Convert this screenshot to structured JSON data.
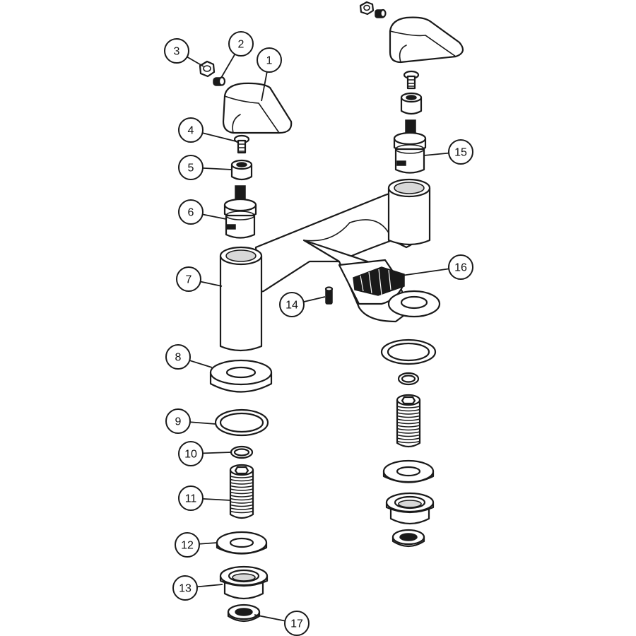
{
  "diagram": {
    "callouts": [
      {
        "label": "1"
      },
      {
        "label": "2"
      },
      {
        "label": "3"
      },
      {
        "label": "4"
      },
      {
        "label": "5"
      },
      {
        "label": "6"
      },
      {
        "label": "7"
      },
      {
        "label": "8"
      },
      {
        "label": "9"
      },
      {
        "label": "10"
      },
      {
        "label": "11"
      },
      {
        "label": "12"
      },
      {
        "label": "13"
      },
      {
        "label": "14"
      },
      {
        "label": "15"
      },
      {
        "label": "16"
      },
      {
        "label": "17"
      }
    ]
  },
  "colors": {
    "ink": "#1a1a1a",
    "paper": "#ffffff",
    "shade": "#d8d8d8"
  }
}
